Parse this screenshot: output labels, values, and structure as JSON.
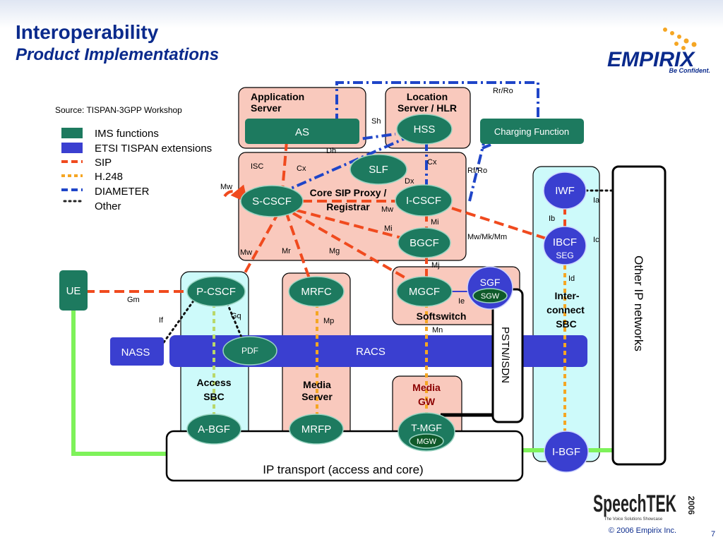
{
  "title": "Interoperability",
  "subtitle": "Product Implementations",
  "source": "Source: TISPAN-3GPP Workshop",
  "logo": {
    "brand": "EMPIRIX",
    "tagline": "Be Confident."
  },
  "legend": [
    {
      "label": "IMS functions",
      "kind": "box",
      "color": "#1d7a5f"
    },
    {
      "label": "ETSI TISPAN extensions",
      "kind": "box",
      "color": "#3a3fd0"
    },
    {
      "label": "SIP",
      "kind": "dash",
      "color": "#f04a1e"
    },
    {
      "label": "H.248",
      "kind": "dash",
      "color": "#f5a623"
    },
    {
      "label": "DIAMETER",
      "kind": "dash",
      "color": "#1f45c8"
    },
    {
      "label": "Other",
      "kind": "dot",
      "color": "#222222"
    }
  ],
  "groups": {
    "application_server": "Application Server",
    "location_server": "Location Server / HLR",
    "core_proxy": "Core SIP Proxy / Registrar",
    "softswitch": "Softswitch",
    "access_sbc": "Access SBC",
    "media_server": "Media Server",
    "media_gw": "Media GW",
    "interconnect_sbc": "Inter- connect SBC",
    "other_ip": "Other IP networks",
    "pstn": "PSTN/ISDN",
    "ip_transport": "IP transport (access and core)",
    "racs": "RACS"
  },
  "nodes": {
    "as": "AS",
    "hss": "HSS",
    "charging": "Charging Function",
    "slf": "SLF",
    "scscf": "S-CSCF",
    "icscf": "I-CSCF",
    "bgcf": "BGCF",
    "iwf": "IWF",
    "ibcf": "IBCF",
    "seg": "SEG",
    "ue": "UE",
    "pcscf": "P-CSCF",
    "mrfc": "MRFC",
    "mgcf": "MGCF",
    "sgf": "SGF",
    "sgw": "SGW",
    "nass": "NASS",
    "pdf": "PDF",
    "abgf": "A-BGF",
    "mrfp": "MRFP",
    "tmgf": "T-MGF",
    "mgw": "MGW",
    "ibgf": "I-BGF"
  },
  "interfaces": {
    "rr_ro": "Rr/Ro",
    "sh": "Sh",
    "dh": "Dh",
    "isc": "ISC",
    "cx1": "Cx",
    "cx2": "Cx",
    "dx": "Dx",
    "rf_ro": "Rf/Ro",
    "mw1": "Mw",
    "mw2": "Mw",
    "mw3": "Mw",
    "mi1": "Mi",
    "mi2": "Mi",
    "mr": "Mr",
    "mg": "Mg",
    "mw_mk_mm": "Mw/Mk/Mm",
    "mj": "Mj",
    "ia": "Ia",
    "ib": "Ib",
    "ic": "Ic",
    "id": "Id",
    "ie": "Ie",
    "gm": "Gm",
    "if": "If",
    "gq": "Gq",
    "mp": "Mp",
    "mn": "Mn"
  },
  "footer": {
    "event_logo_main": "SpeechTEK",
    "event_logo_year": "2006",
    "event_logo_tagline": "The Voice Solutions Showcase",
    "copyright": "© 2006 Empirix Inc.",
    "page": "7"
  }
}
